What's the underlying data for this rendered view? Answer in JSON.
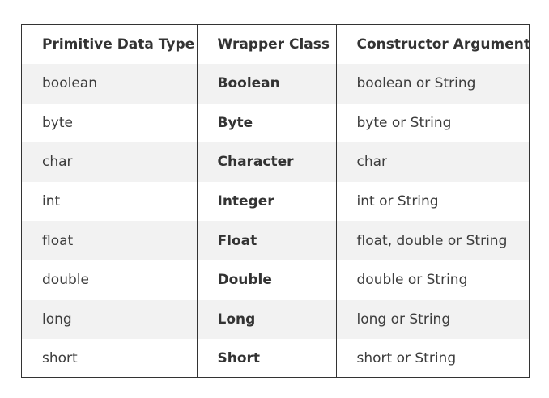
{
  "table": {
    "headers": [
      "Primitive Data Type",
      "Wrapper Class",
      "Constructor Argument"
    ],
    "rows": [
      [
        "boolean",
        "Boolean",
        "boolean or String"
      ],
      [
        "byte",
        "Byte",
        "byte or String"
      ],
      [
        "char",
        "Character",
        "char"
      ],
      [
        "int",
        "Integer",
        "int or String"
      ],
      [
        "float",
        "Float",
        "float, double or String"
      ],
      [
        "double",
        "Double",
        "double or String"
      ],
      [
        "long",
        "Long",
        "long or String"
      ],
      [
        "short",
        "Short",
        "short or String"
      ]
    ]
  },
  "colors": {
    "border": "#333333",
    "stripe": "#f2f2f2",
    "text": "#3d3d3d"
  }
}
